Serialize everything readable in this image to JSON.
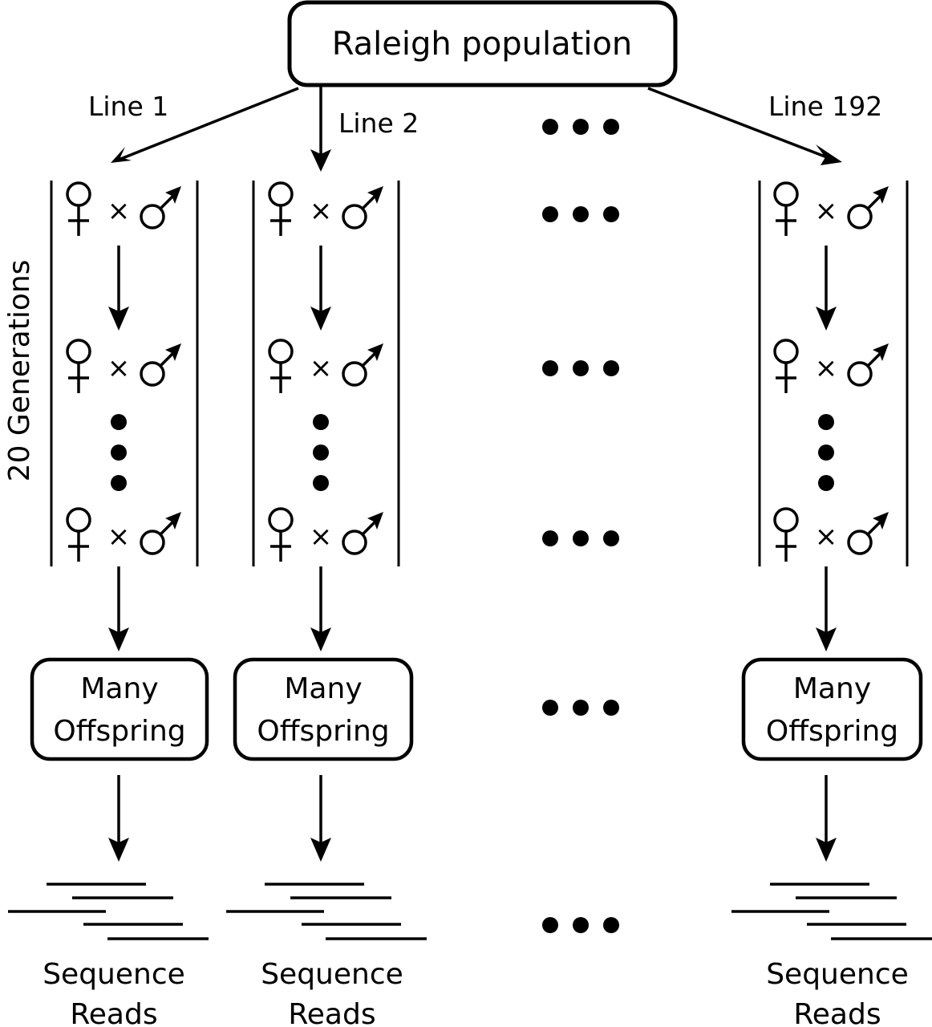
{
  "diagram": {
    "root": {
      "label": "Raleigh population"
    },
    "lines": [
      {
        "label": "Line 1",
        "offspring": [
          "Many",
          "Offspring"
        ],
        "reads": [
          "Sequence",
          "Reads"
        ]
      },
      {
        "label": "Line 2",
        "offspring": [
          "Many",
          "Offspring"
        ],
        "reads": [
          "Sequence",
          "Reads"
        ]
      },
      {
        "label": "Line 192",
        "offspring": [
          "Many",
          "Offspring"
        ],
        "reads": [
          "Sequence",
          "Reads"
        ]
      }
    ],
    "generations_label": "20 Generations",
    "cross_symbol": "×",
    "female_symbol": "female-symbol",
    "male_symbol": "male-symbol",
    "ellipsis": "•••",
    "colors": {
      "stroke": "#000000",
      "background": "#ffffff"
    }
  }
}
